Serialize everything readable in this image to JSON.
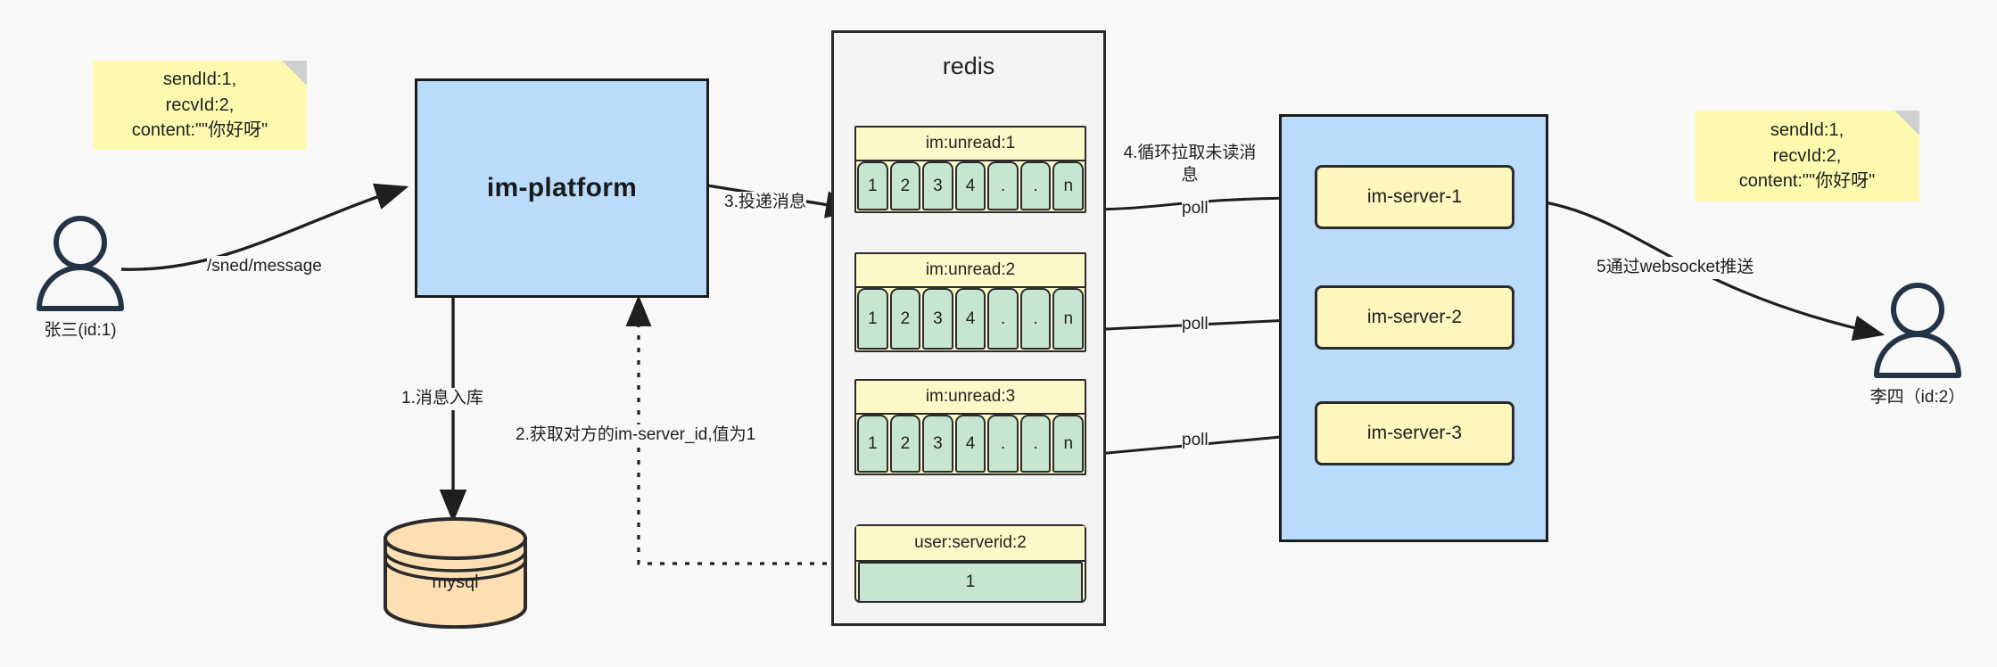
{
  "diagram": {
    "title": "IM message delivery architecture",
    "background": "#f8f8f8"
  },
  "notes": {
    "left": {
      "text": "sendId:1,\nrecvId:2,\ncontent:\"\"你好呀\"",
      "color": "#fdfab0"
    },
    "right": {
      "text": "sendId:1,\nrecvId:2,\ncontent:\"\"你好呀\"",
      "color": "#fdfab0"
    }
  },
  "actors": {
    "sender": {
      "label": "张三(id:1)"
    },
    "receiver": {
      "label": "李四（id:2）"
    }
  },
  "platform": {
    "label": "im-platform",
    "color": "#b9dcfb"
  },
  "datastore": {
    "label": "mysql",
    "color": "#fddfb3"
  },
  "redis": {
    "title": "redis",
    "color": "#f4f4f4",
    "keys": [
      {
        "name": "im:unread:1",
        "cells": [
          "1",
          "2",
          "3",
          "4",
          ".",
          ".",
          "n"
        ]
      },
      {
        "name": "im:unread:2",
        "cells": [
          "1",
          "2",
          "3",
          "4",
          ".",
          ".",
          "n"
        ]
      },
      {
        "name": "im:unread:3",
        "cells": [
          "1",
          "2",
          "3",
          "4",
          ".",
          ".",
          "n"
        ]
      },
      {
        "name": "user:serverid:2",
        "cells": [
          "1"
        ]
      }
    ]
  },
  "servers": {
    "container_color": "#b9dcfb",
    "items": [
      {
        "label": "im-server-1"
      },
      {
        "label": "im-server-2"
      },
      {
        "label": "im-server-3"
      }
    ]
  },
  "edges": {
    "send_message": "/sned/message",
    "step1": "1.消息入库",
    "step2": "2.获取对方的im-server_id,值为1",
    "step3": "3.投递消息",
    "step4": "4.循环拉取未读消\n息",
    "step5": "5通过websocket推送",
    "poll1": "poll",
    "poll2": "poll",
    "poll3": "poll"
  }
}
